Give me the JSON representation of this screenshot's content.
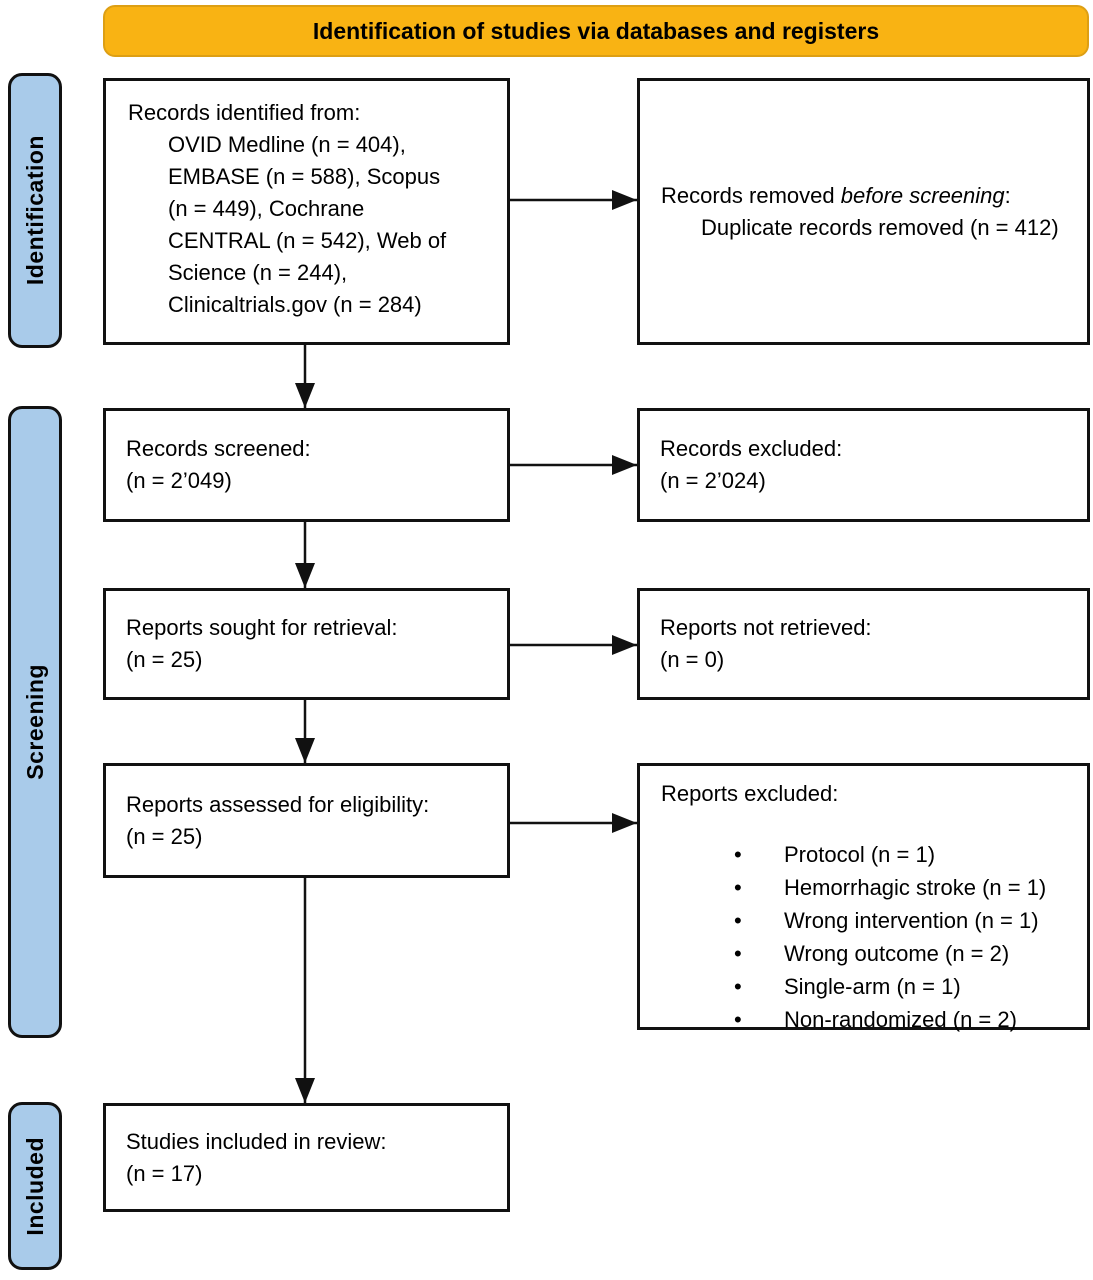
{
  "banner": {
    "title": "Identification of studies via databases and registers"
  },
  "stages": {
    "identification": "Identification",
    "screening": "Screening",
    "included": "Included"
  },
  "colors": {
    "banner_fill": "#F9B313",
    "banner_border": "#DD9F14",
    "stage_fill": "#A9CBEA",
    "box_border": "#111111"
  },
  "boxes": {
    "records_identified": {
      "intro": "Records identified from:",
      "lines": [
        "OVID Medline (n = 404),",
        "EMBASE (n = 588), Scopus",
        "(n = 449), Cochrane",
        "CENTRAL (n = 542), Web of",
        "Science (n = 244),",
        "Clinicaltrials.gov (n = 284)"
      ]
    },
    "records_removed": {
      "prefix": "Records removed ",
      "emphasis": "before screening",
      "suffix": ":",
      "detail": "Duplicate records removed (n = 412)"
    },
    "records_screened": {
      "line1": "Records screened:",
      "line2": "(n = 2’049)"
    },
    "records_excluded": {
      "line1": "Records excluded:",
      "line2": "(n = 2’024)"
    },
    "reports_sought": {
      "line1": "Reports sought for retrieval:",
      "line2": "(n = 25)"
    },
    "reports_not_retrieved": {
      "line1": "Reports not retrieved:",
      "line2": "(n = 0)"
    },
    "reports_assessed": {
      "line1": "Reports assessed for eligibility:",
      "line2": "(n = 25)"
    },
    "reports_excluded": {
      "heading": "Reports excluded:",
      "items": [
        "Protocol (n = 1)",
        "Hemorrhagic stroke (n = 1)",
        "Wrong intervention (n = 1)",
        "Wrong outcome (n = 2)",
        "Single-arm (n = 1)",
        "Non-randomized (n = 2)"
      ]
    },
    "studies_included": {
      "line1": "Studies included in review:",
      "line2": "(n = 17)"
    }
  }
}
